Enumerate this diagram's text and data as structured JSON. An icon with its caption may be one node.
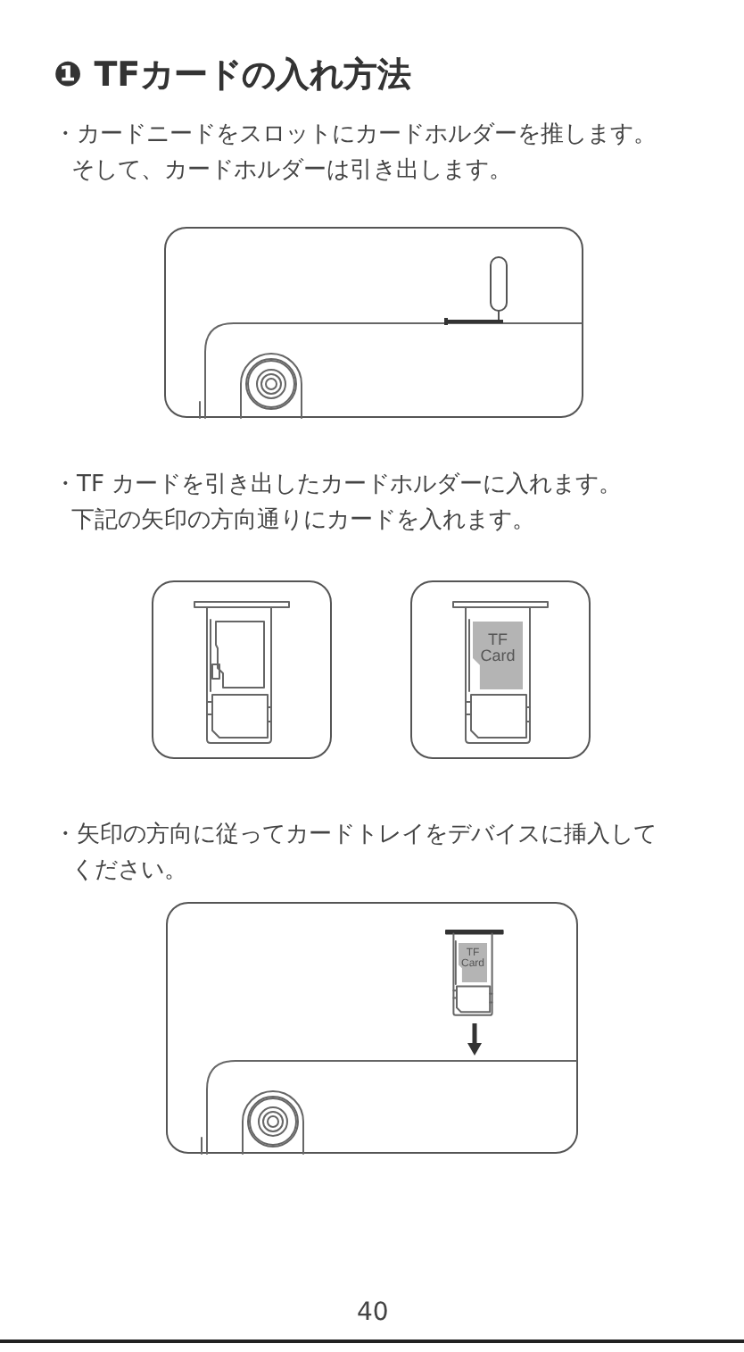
{
  "diagram": {
    "title": "❶ TFカードの入れ方法",
    "nodes": [
      {
        "text": [
          "TF Card"
        ]
      },
      {
        "text": [
          "TF Card"
        ]
      }
    ],
    "labels": [
      "・カードニードをスロットにカードホルダーを推します。そして、カードホルダーは引き出します。",
      "・TF カードを引き出したカードホルダーに入れます。下記の矢印の方向通りにカードを入れます。",
      "・矢印の方向に従ってカードトレイをデバイスに挿入してください。",
      "40"
    ]
  }
}
